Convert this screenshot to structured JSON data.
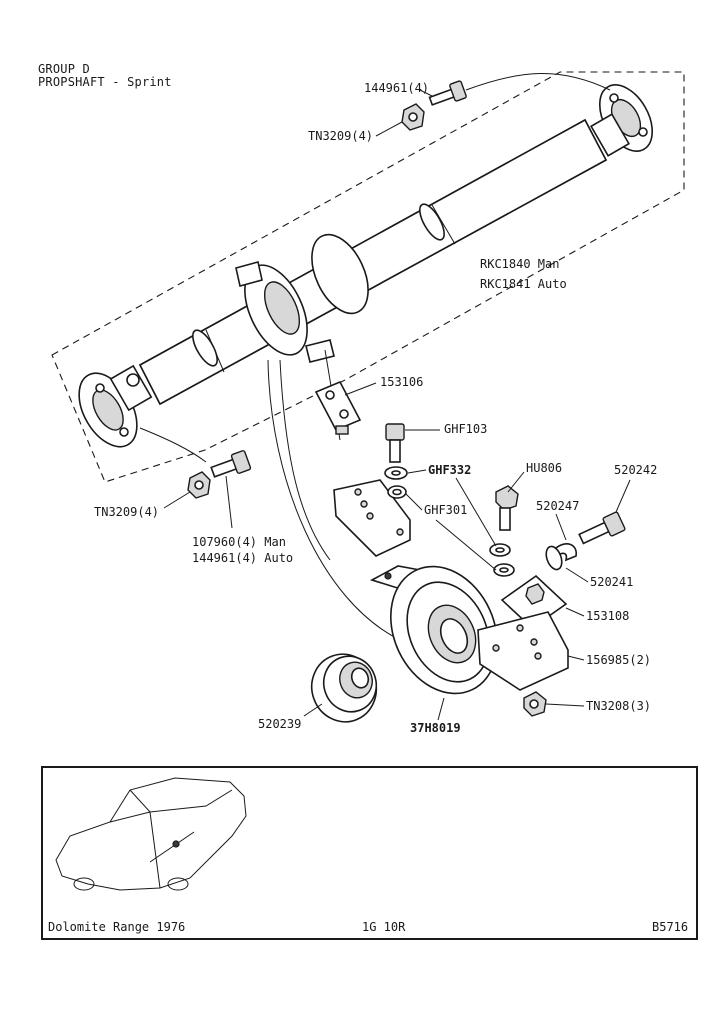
{
  "header": {
    "group": "GROUP D",
    "title": "PROPSHAFT - Sprint"
  },
  "labels": {
    "bolt_top": "144961(4)",
    "nut_top": "TN3209(4)",
    "propshaft_man": "RKC1840 Man",
    "propshaft_auto": "RKC1841 Auto",
    "plate_153106": "153106",
    "bolt_ghf103": "GHF103",
    "washer_ghf332": "GHF332",
    "washer_ghf301": "GHF301",
    "bolt_hu806": "HU806",
    "bolt_520242": "520242",
    "clip_520247": "520247",
    "washer_520241": "520241",
    "plate_153108": "153108",
    "bracket_156985": "156985(2)",
    "nut_tn3208": "TN3208(3)",
    "bearing_37h8019": "37H8019",
    "rubber_520239": "520239",
    "nut_bottom": "TN3209(4)",
    "bolt_bottom_man": "107960(4) Man",
    "bolt_bottom_auto": "144961(4) Auto"
  },
  "footer": {
    "range": "Dolomite Range 1976",
    "page": "1G 10R",
    "ref": "B5716"
  }
}
